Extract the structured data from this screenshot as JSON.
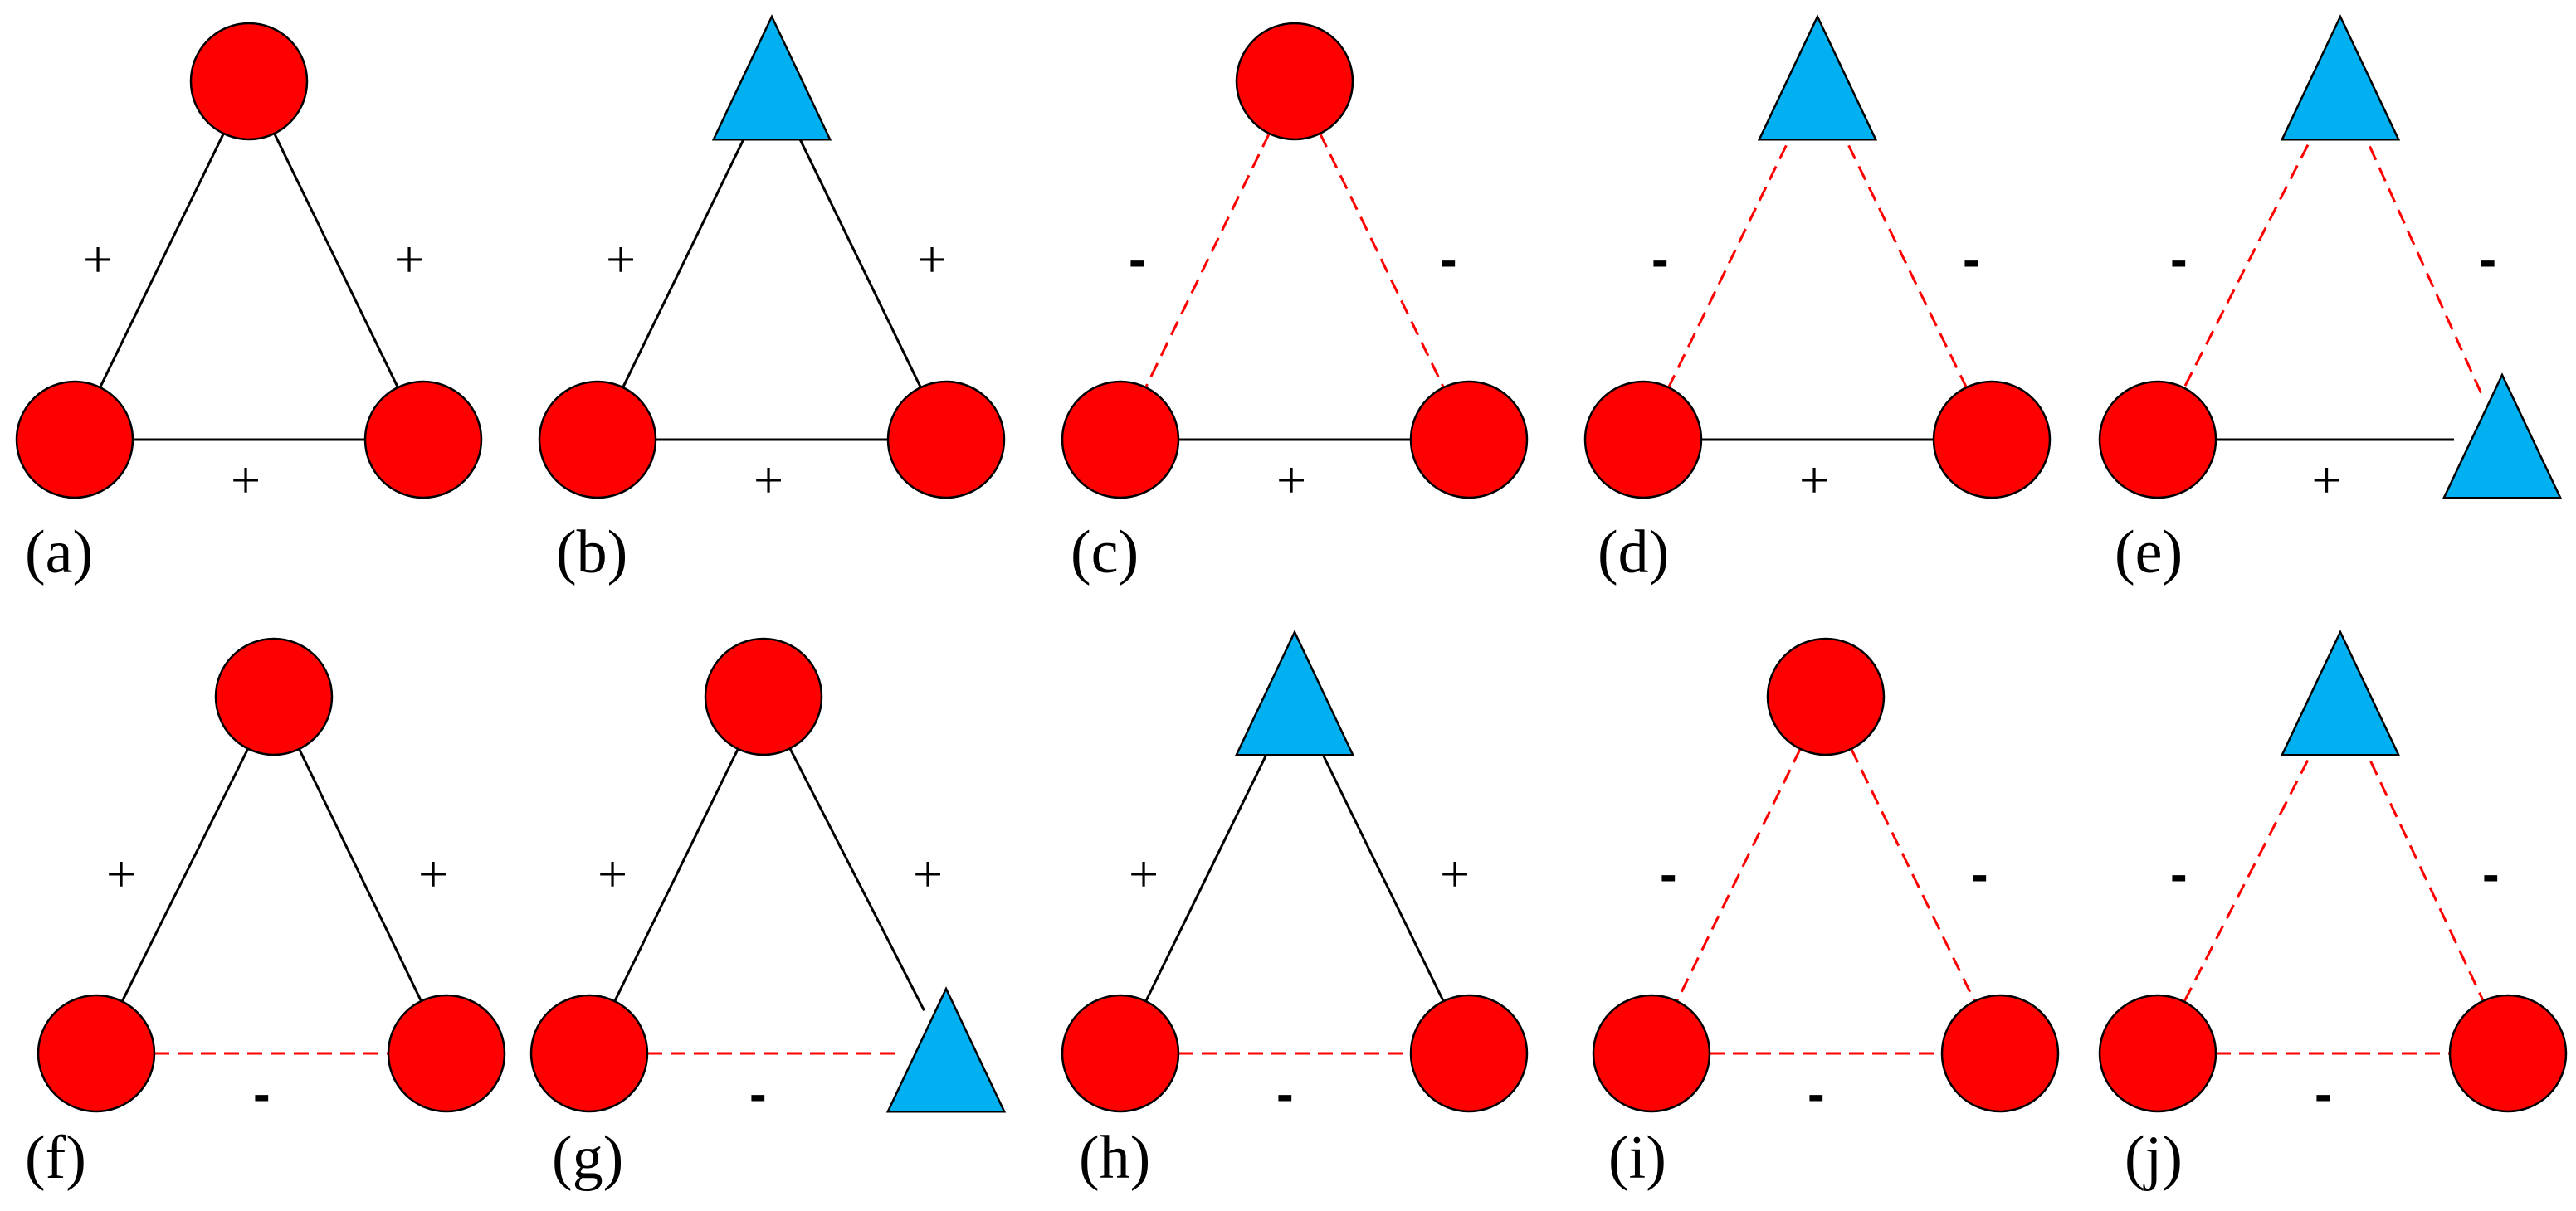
{
  "panels": [
    {
      "label": "(a)",
      "nodes": [
        "circle",
        "circle",
        "circle"
      ],
      "edges": [
        {
          "sign": "+"
        },
        {
          "sign": "+"
        },
        {
          "sign": "+"
        }
      ]
    },
    {
      "label": "(b)",
      "nodes": [
        "triangle",
        "circle",
        "circle"
      ],
      "edges": [
        {
          "sign": "+"
        },
        {
          "sign": "+"
        },
        {
          "sign": "+"
        }
      ]
    },
    {
      "label": "(c)",
      "nodes": [
        "circle",
        "circle",
        "circle"
      ],
      "edges": [
        {
          "sign": "-"
        },
        {
          "sign": "-"
        },
        {
          "sign": "+"
        }
      ]
    },
    {
      "label": "(d)",
      "nodes": [
        "triangle",
        "circle",
        "circle"
      ],
      "edges": [
        {
          "sign": "-"
        },
        {
          "sign": "-"
        },
        {
          "sign": "+"
        }
      ]
    },
    {
      "label": "(e)",
      "nodes": [
        "triangle",
        "circle",
        "triangle"
      ],
      "edges": [
        {
          "sign": "-"
        },
        {
          "sign": "-"
        },
        {
          "sign": "+"
        }
      ]
    },
    {
      "label": "(f)",
      "nodes": [
        "circle",
        "circle",
        "circle"
      ],
      "edges": [
        {
          "sign": "+"
        },
        {
          "sign": "+"
        },
        {
          "sign": "-"
        }
      ]
    },
    {
      "label": "(g)",
      "nodes": [
        "circle",
        "circle",
        "triangle"
      ],
      "edges": [
        {
          "sign": "+"
        },
        {
          "sign": "+"
        },
        {
          "sign": "-"
        }
      ]
    },
    {
      "label": "(h)",
      "nodes": [
        "triangle",
        "circle",
        "circle"
      ],
      "edges": [
        {
          "sign": "+"
        },
        {
          "sign": "+"
        },
        {
          "sign": "-"
        }
      ]
    },
    {
      "label": "(i)",
      "nodes": [
        "circle",
        "circle",
        "circle"
      ],
      "edges": [
        {
          "sign": "-"
        },
        {
          "sign": "-"
        },
        {
          "sign": "-"
        }
      ]
    },
    {
      "label": "(j)",
      "nodes": [
        "triangle",
        "circle",
        "circle"
      ],
      "edges": [
        {
          "sign": "-"
        },
        {
          "sign": "-"
        },
        {
          "sign": "-"
        }
      ]
    }
  ],
  "colors": {
    "circle_fill": "#ff0000",
    "triangle_fill": "#00b0f0",
    "positive_edge": "#000000",
    "negative_edge": "#ff0000"
  }
}
